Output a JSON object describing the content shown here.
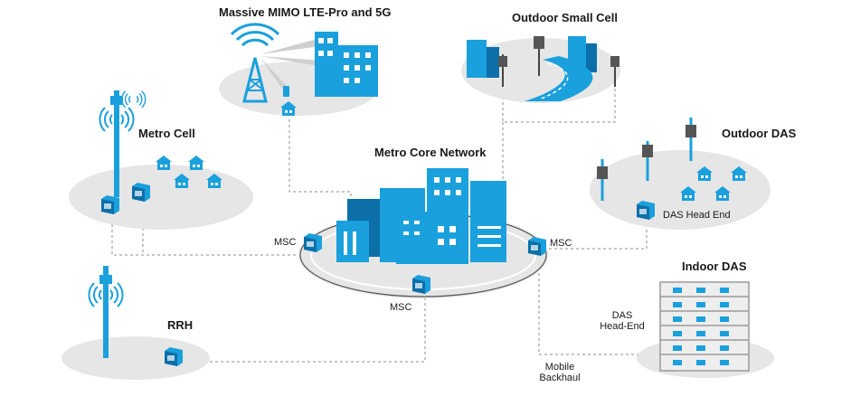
{
  "labels": {
    "massive_mimo": "Massive MIMO LTE-Pro and 5G",
    "outdoor_small_cell": "Outdoor Small Cell",
    "metro_cell": "Metro Cell",
    "outdoor_das": "Outdoor DAS",
    "metro_core_network": "Metro Core Network",
    "das_head_end_outdoor": "DAS Head End",
    "msc_left": "MSC",
    "msc_right": "MSC",
    "msc_bottom": "MSC",
    "indoor_das": "Indoor DAS",
    "rrh": "RRH",
    "das_head_end_indoor_line1": "DAS",
    "das_head_end_indoor_line2": "Head-End",
    "mobile_backhaul_line1": "Mobile",
    "mobile_backhaul_line2": "Backhaul"
  },
  "colors": {
    "accent_blue": "#1aa0dc",
    "dark_blue": "#0d6fa8",
    "platform_gray": "#e6e6e6",
    "line_gray": "#8c8c8c",
    "text": "#1a1a1a"
  }
}
